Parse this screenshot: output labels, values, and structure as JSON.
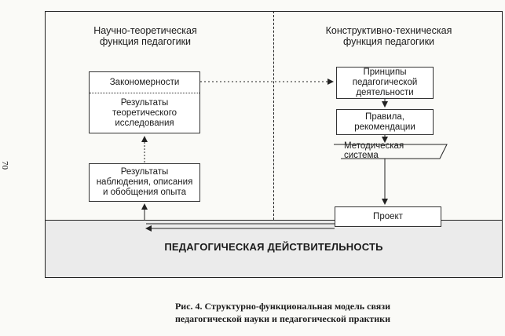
{
  "left_column": {
    "title_line1": "Научно-теоретическая",
    "title_line2": "функция педагогики",
    "laws_box": "Закономерности",
    "results_theory_box": [
      "Результаты",
      "теоретического",
      "исследования"
    ],
    "results_observation_box": [
      "Результаты",
      "наблюдения, описания",
      "и обобщения опыта"
    ]
  },
  "right_column": {
    "title_line1": "Конструктивно-техническая",
    "title_line2": "функция педагогики",
    "principles_box": [
      "Принципы",
      "педагогической",
      "деятельности"
    ],
    "rules_box": [
      "Правила,",
      "рекомендации"
    ],
    "method_system": "Методическая система",
    "project_box": "Проект"
  },
  "reality_label": "ПЕДАГОГИЧЕСКАЯ ДЕЙСТВИТЕЛЬНОСТЬ",
  "caption_line1": "Рис. 4. Структурно-функциональная модель связи",
  "caption_line2": "педагогической науки и педагогической практики",
  "page_number": "70"
}
